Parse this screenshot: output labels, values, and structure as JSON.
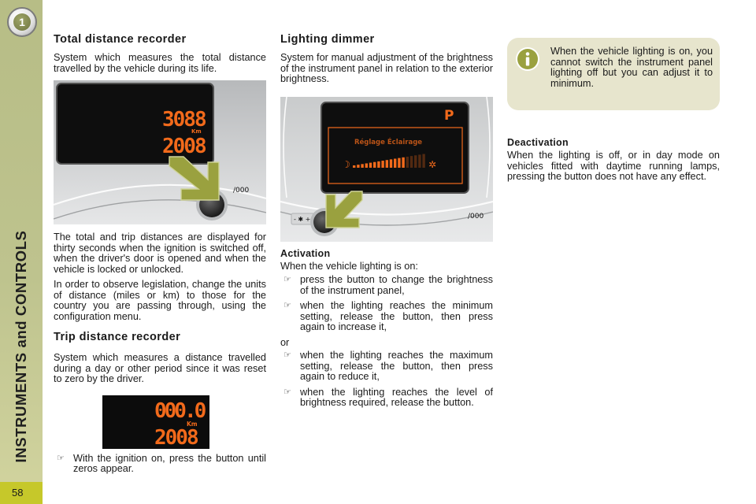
{
  "chapter": {
    "badge_number": "1",
    "title": "INSTRUMENTS and CONTROLS",
    "page_number": "58"
  },
  "total_distance": {
    "heading": "Total distance recorder",
    "intro": "System which measures the total distance travelled by the vehicle during its life.",
    "display": {
      "top_value": "3088",
      "unit": "Km",
      "bottom_value": "2008",
      "button_label": "/000"
    },
    "paragraphs": [
      "The total and trip distances are displayed for thirty seconds when the ignition is switched off, when the driver's door is opened and when the vehicle is locked or unlocked.",
      "In order to observe legislation, change the units of distance (miles or km) to those for the country you are passing through, using the configuration menu."
    ]
  },
  "trip_distance": {
    "heading": "Trip distance recorder",
    "intro": "System which measures a distance travelled during a day or other period since it was reset to zero by the driver.",
    "display": {
      "top_value": "000.0",
      "unit": "Km",
      "bottom_value": "2008"
    },
    "bullets": [
      {
        "symbol": "☞",
        "text": "With the ignition on, press the button until zeros appear."
      }
    ]
  },
  "lighting_dimmer": {
    "heading": "Lighting dimmer",
    "intro": "System for manual adjustment of the brightness of the instrument panel in relation to the exterior brightness.",
    "display": {
      "gear": "P",
      "menu_title": "Réglage Éclairage",
      "minus_label": "- ✱ +",
      "button_label": "/000",
      "level_fraction": 0.7
    },
    "activation_heading": "Activation",
    "activation_intro": "When the vehicle lighting is on:",
    "bullets_a": [
      {
        "symbol": "☞",
        "text": "press the button to change the brightness of the instrument panel,"
      },
      {
        "symbol": "☞",
        "text": "when the lighting reaches the minimum setting, release the button, then press again to increase it,"
      }
    ],
    "or_text": "or",
    "bullets_b": [
      {
        "symbol": "☞",
        "text": "when the lighting reaches the maximum setting, release the button, then press again to reduce it,"
      },
      {
        "symbol": "☞",
        "text": "when the lighting reaches the level of brightness required, release the button."
      }
    ]
  },
  "info_note": {
    "text": "When the vehicle lighting is on, you cannot switch the instrument panel lighting off but you can adjust it to minimum."
  },
  "deactivation": {
    "heading": "Deactivation",
    "text": "When the lighting is off, or in day mode on vehicles fitted with daytime running lamps, pressing the button does not have any effect."
  },
  "colors": {
    "side_band": "#bec38e",
    "page_number_bg": "#c6c82a",
    "display_digits": "#f26a1b",
    "arrow": "#9aa13f",
    "info_box_bg": "#e7e5cd"
  }
}
